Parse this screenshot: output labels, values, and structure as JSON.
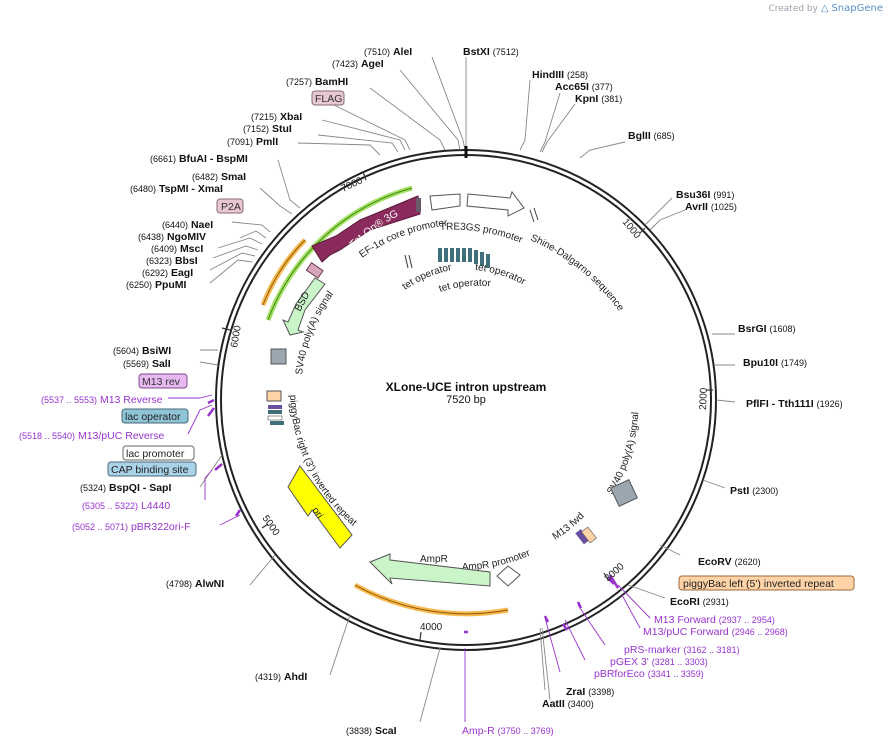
{
  "branding": {
    "created_by": "Created by",
    "brand": "SnapGene"
  },
  "plasmid": {
    "name": "XLone-UCE intron upstream",
    "length": "7520 bp"
  },
  "ticks": [
    "1000",
    "2000",
    "3000",
    "4000",
    "5000",
    "6000",
    "7000"
  ],
  "sites": [
    {
      "name": "AleI",
      "pos": "(7510)"
    },
    {
      "name": "BstXI",
      "pos": "(7512)"
    },
    {
      "name": "AgeI",
      "pos": "(7423)"
    },
    {
      "name": "BamHI",
      "pos": "(7257)"
    },
    {
      "name": "HindIII",
      "pos": "(258)"
    },
    {
      "name": "Acc65I",
      "pos": "(377)"
    },
    {
      "name": "KpnI",
      "pos": "(381)"
    },
    {
      "name": "BglII",
      "pos": "(685)"
    },
    {
      "name": "XbaI",
      "pos": "(7215)"
    },
    {
      "name": "StuI",
      "pos": "(7152)"
    },
    {
      "name": "PmlI",
      "pos": "(7091)"
    },
    {
      "name": "BfuAI - BspMI",
      "pos": "(6661)"
    },
    {
      "name": "SmaI",
      "pos": "(6482)"
    },
    {
      "name": "TspMI - XmaI",
      "pos": "(6480)"
    },
    {
      "name": "Bsu36I",
      "pos": "(991)"
    },
    {
      "name": "AvrII",
      "pos": "(1025)"
    },
    {
      "name": "NaeI",
      "pos": "(6440)"
    },
    {
      "name": "NgoMIV",
      "pos": "(6438)"
    },
    {
      "name": "MscI",
      "pos": "(6409)"
    },
    {
      "name": "BbsI",
      "pos": "(6323)"
    },
    {
      "name": "EagI",
      "pos": "(6292)"
    },
    {
      "name": "PpuMI",
      "pos": "(6250)"
    },
    {
      "name": "BsrGI",
      "pos": "(1608)"
    },
    {
      "name": "Bpu10I",
      "pos": "(1749)"
    },
    {
      "name": "BsiWI",
      "pos": "(5604)"
    },
    {
      "name": "SalI",
      "pos": "(5569)"
    },
    {
      "name": "PflFI - Tth111I",
      "pos": "(1926)"
    },
    {
      "name": "PstI",
      "pos": "(2300)"
    },
    {
      "name": "BspQI - SapI",
      "pos": "(5324)"
    },
    {
      "name": "EcoRV",
      "pos": "(2620)"
    },
    {
      "name": "EcoRI",
      "pos": "(2931)"
    },
    {
      "name": "AlwNI",
      "pos": "(4798)"
    },
    {
      "name": "AhdI",
      "pos": "(4319)"
    },
    {
      "name": "ZraI",
      "pos": "(3398)"
    },
    {
      "name": "AatII",
      "pos": "(3400)"
    },
    {
      "name": "ScaI",
      "pos": "(3838)"
    }
  ],
  "primers": [
    {
      "name": "M13 Reverse",
      "range": "(5537 .. 5553)"
    },
    {
      "name": "M13/pUC Reverse",
      "range": "(5518 .. 5540)"
    },
    {
      "name": "L4440",
      "range": "(5305 .. 5322)"
    },
    {
      "name": "pBR322ori-F",
      "range": "(5052 .. 5071)"
    },
    {
      "name": "M13 Forward",
      "range": "(2937 .. 2954)"
    },
    {
      "name": "M13/pUC Forward",
      "range": "(2946 .. 2968)"
    },
    {
      "name": "pRS-marker",
      "range": "(3162 .. 3181)"
    },
    {
      "name": "pGEX 3'",
      "range": "(3281 .. 3303)"
    },
    {
      "name": "pBRforEco",
      "range": "(3341 .. 3359)"
    },
    {
      "name": "Amp-R",
      "range": "(3750 .. 3769)"
    }
  ],
  "boxed_labels": [
    "FLAG",
    "P2A",
    "M13 rev",
    "lac operator",
    "lac promoter",
    "CAP binding site",
    "piggyBac left (5') inverted repeat",
    "M13 fwd"
  ],
  "features": {
    "tet_on": "Tet-On® 3G",
    "bsd": "BSD",
    "ef1a": "EF-1α core promoter",
    "tre3gs": "TRE3GS promoter",
    "shine": "Shine-Dalgarno sequence",
    "tet_op1": "tet operator",
    "tet_op2": "tet operator",
    "tet_op3": "tet operator",
    "sv40_left": "SV40 poly(A) signal",
    "sv40_right": "SV40 poly(A) signal",
    "piggybac_right": "piggyBac right (3') inverted repeat",
    "ori": "ori",
    "ampr": "AmpR",
    "ampr_promoter": "AmpR promoter"
  },
  "colors": {
    "backbone": "#222222",
    "enzyme_line": "#888888",
    "primer": "#9933cc",
    "tet_on": "#8b2a5c",
    "bsd": "#c9f5c9",
    "ampr": "#c9f5c9",
    "ori": "#ffff00",
    "orange_highlight": "#f5a623",
    "green_highlight": "#7ed321",
    "flag_box": "#e8c6d4",
    "m13_box": "#e8b8f0",
    "lac_operator_box": "#8fc3d6",
    "cap_box": "#a9d3e8",
    "piggybac_box": "#ffd3a8",
    "tre3gs": "#3f6f7a",
    "sv40_box": "#9aa6b0"
  }
}
